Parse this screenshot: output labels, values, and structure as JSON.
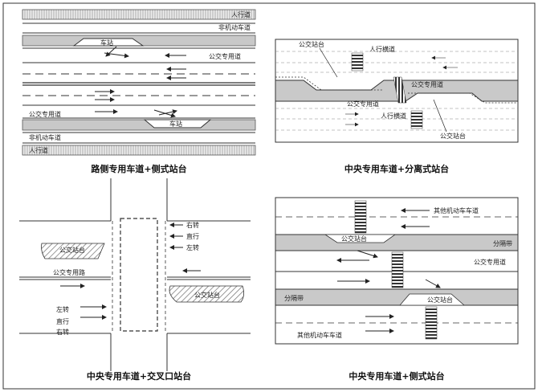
{
  "panel1": {
    "caption": "路侧专用车道+侧式站台",
    "top_sidewalk": "人行道",
    "top_nonmotor": "非机动车道",
    "station_top": "车站",
    "bus_lane_top": "公交专用道",
    "bus_lane_bottom": "公交专用道",
    "station_bottom": "车站",
    "bottom_nonmotor": "非机动车道",
    "bottom_sidewalk": "人行道"
  },
  "panel2": {
    "caption": "中央专用车道+分离式站台",
    "stop_top": "公交站台",
    "crosswalk_top": "人行横道",
    "bus_lane": "公交专用道",
    "bus_lane2": "公交专用道",
    "crosswalk_bottom": "人行横道",
    "stop_bottom": "公交站台"
  },
  "panel3": {
    "caption": "中央专用车道+交叉口站台",
    "right_turn": "右转",
    "straight": "直行",
    "left_turn": "左转",
    "stop_top": "公交站台",
    "bus_route": "公交专用路",
    "left_turn2": "左转",
    "straight2": "直行",
    "right_turn2": "右转",
    "stop_bottom": "公交站台"
  },
  "panel4": {
    "caption": "中央专用车道+侧式站台",
    "other_top": "其他机动车车道",
    "stop_top": "公交站台",
    "median_top": "分隔带",
    "bus_lane": "公交专用道",
    "median_bottom": "分隔带",
    "stop_bottom": "公交站台",
    "other_bottom": "其他机动车车道"
  }
}
